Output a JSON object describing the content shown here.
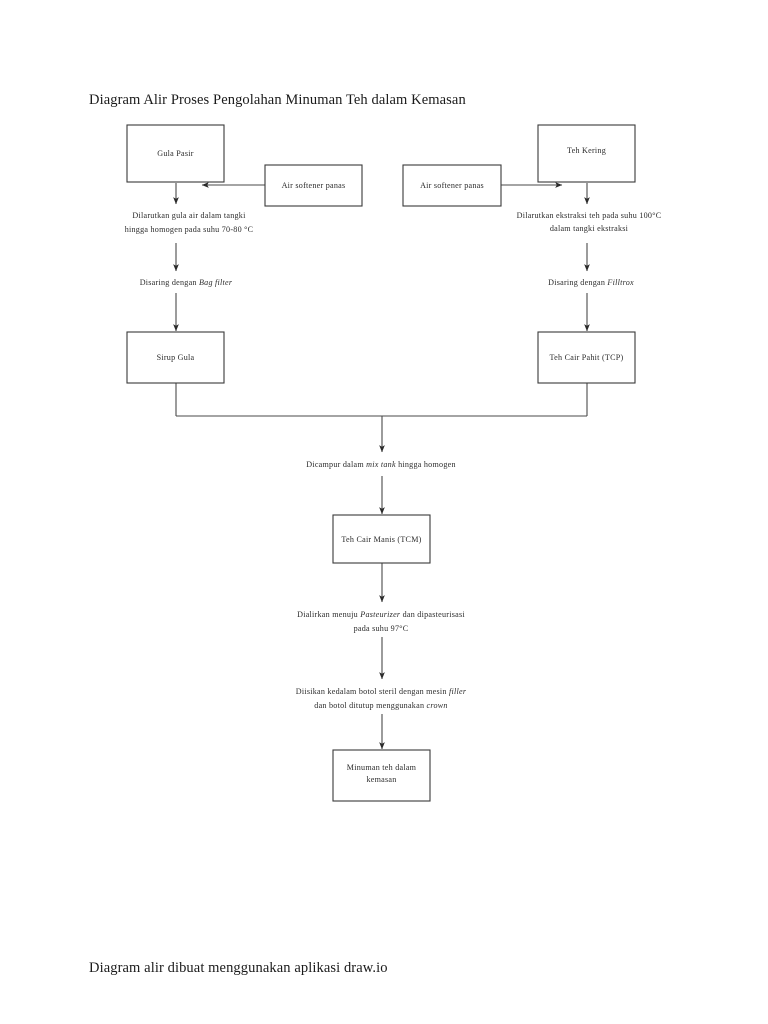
{
  "document": {
    "title": "Diagram Alir Proses Pengolahan Minuman Teh dalam Kemasan",
    "footer": "Diagram alir dibuat menggunakan aplikasi draw.io",
    "page_background": "#ffffff",
    "ink_color": "#2b2b2b",
    "stroke_color": "#3a3a3a"
  },
  "diagram": {
    "type": "flowchart",
    "orientation": "top-to-bottom",
    "nodes": [
      {
        "id": "gula-pasir",
        "label": "Gula Pasir",
        "shape": "rectangle"
      },
      {
        "id": "air-softener-kiri",
        "label": "Air softener panas",
        "shape": "rectangle"
      },
      {
        "id": "air-softener-kanan",
        "label": "Air softener panas",
        "shape": "rectangle"
      },
      {
        "id": "teh-kering",
        "label": "Teh Kering",
        "shape": "rectangle"
      },
      {
        "id": "sirup-gula",
        "label": "Sirup Gula",
        "shape": "rectangle"
      },
      {
        "id": "teh-cair-pahit",
        "label": "Teh Cair Pahit (TCP)",
        "shape": "rectangle"
      },
      {
        "id": "teh-cair-manis",
        "label": "Teh Cair Manis (TCM)",
        "shape": "rectangle"
      },
      {
        "id": "produk-akhir",
        "label_line1": "Minuman teh dalam",
        "label_line2": "kemasan",
        "shape": "rectangle"
      }
    ],
    "process_steps": [
      {
        "id": "pelarutan-gula",
        "line1": "Dilarutkan gula air dalam tangki",
        "line2": "hingga homogen pada suhu 70-80 °C"
      },
      {
        "id": "ekstraksi-teh",
        "line1": "Dilarutkan ekstraksi teh pada suhu 100°C",
        "line2": "dalam tangki ekstraksi"
      },
      {
        "id": "penyaringan-gula",
        "prefix": "Disaring dengan ",
        "italic": "Bag filter"
      },
      {
        "id": "penyaringan-teh",
        "prefix": "Disaring dengan ",
        "italic": "Filltrox"
      },
      {
        "id": "pencampuran",
        "prefix": "Dicampur dalam ",
        "italic": "mix tank",
        "suffix": " hingga homogen"
      },
      {
        "id": "pasteurisasi",
        "prefix": "Dialirkan menuju ",
        "italic": "Pasteurizer",
        "suffix": " dan dipasteurisasi",
        "line2": "pada suhu 97°C"
      },
      {
        "id": "pengisian",
        "prefix": "Diisikan kedalam botol steril dengan mesin ",
        "italic": "filler",
        "line2_prefix": "dan botol ditutup menggunakan ",
        "line2_italic": "crown"
      }
    ]
  }
}
